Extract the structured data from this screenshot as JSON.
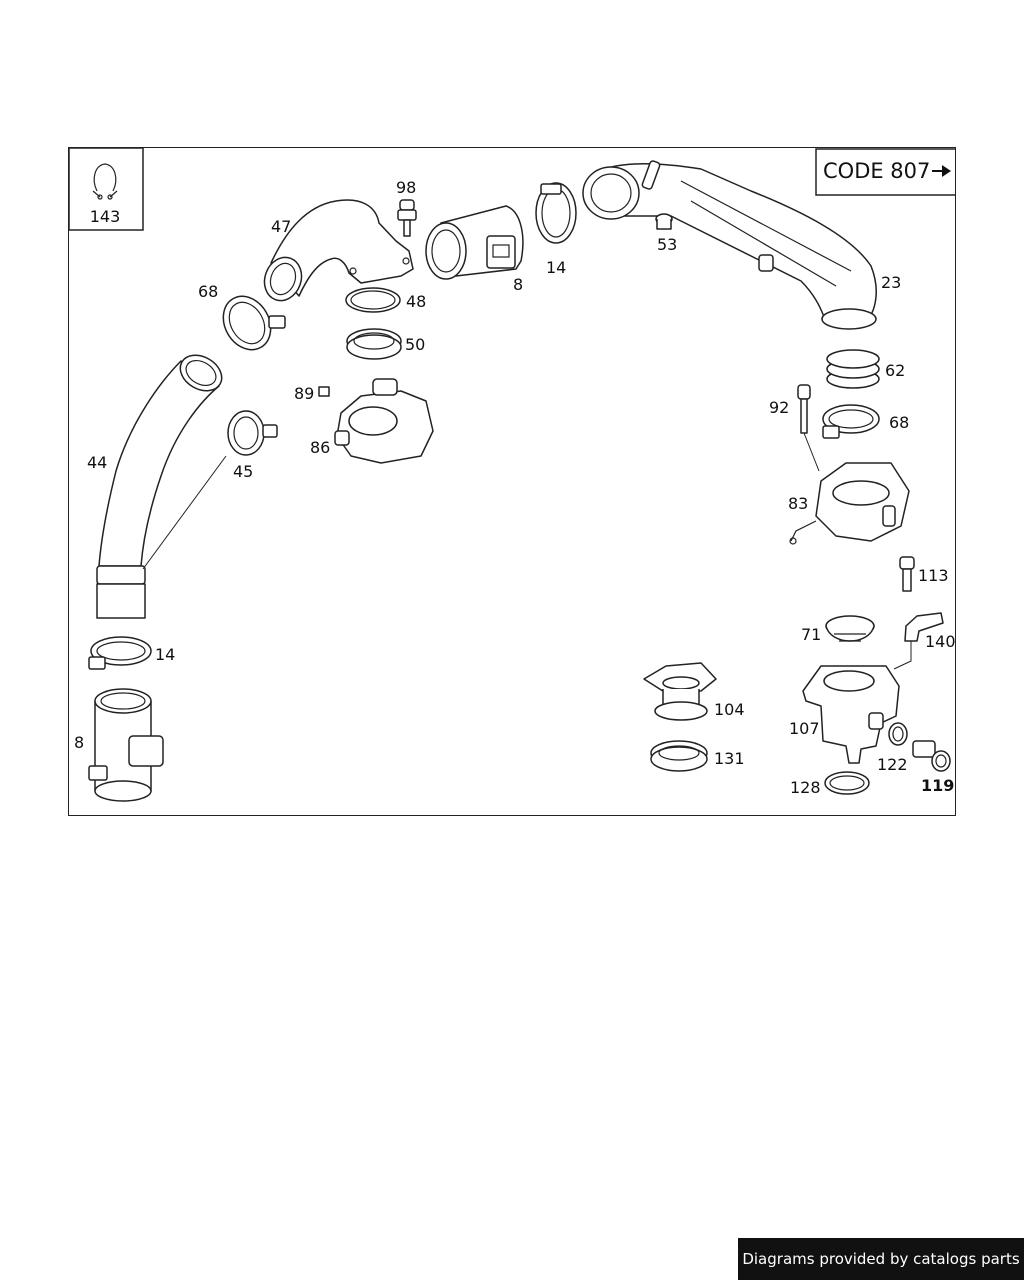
{
  "code_box": {
    "text": "CODE 807"
  },
  "legend_box": {
    "label": "143",
    "icon": "clamp-clip-icon"
  },
  "callouts": [
    {
      "id": "p98",
      "text": "98"
    },
    {
      "id": "p47",
      "text": "47"
    },
    {
      "id": "p8a",
      "text": "8"
    },
    {
      "id": "p14a",
      "text": "14"
    },
    {
      "id": "p53",
      "text": "53"
    },
    {
      "id": "p23",
      "text": "23"
    },
    {
      "id": "p68a",
      "text": "68"
    },
    {
      "id": "p48",
      "text": "48"
    },
    {
      "id": "p50",
      "text": "50"
    },
    {
      "id": "p89",
      "text": "89"
    },
    {
      "id": "p86",
      "text": "86"
    },
    {
      "id": "p44",
      "text": "44"
    },
    {
      "id": "p45",
      "text": "45"
    },
    {
      "id": "p62",
      "text": "62"
    },
    {
      "id": "p92",
      "text": "92"
    },
    {
      "id": "p68b",
      "text": "68"
    },
    {
      "id": "p83",
      "text": "83"
    },
    {
      "id": "p113",
      "text": "113"
    },
    {
      "id": "p71",
      "text": "71"
    },
    {
      "id": "p140",
      "text": "140"
    },
    {
      "id": "p14b",
      "text": "14"
    },
    {
      "id": "p8b",
      "text": "8"
    },
    {
      "id": "p104",
      "text": "104"
    },
    {
      "id": "p107",
      "text": "107"
    },
    {
      "id": "p131",
      "text": "131"
    },
    {
      "id": "p122",
      "text": "122"
    },
    {
      "id": "p119",
      "text": "119"
    },
    {
      "id": "p128",
      "text": "128"
    }
  ],
  "footer": {
    "text": "Diagrams provided by catalogs parts"
  }
}
